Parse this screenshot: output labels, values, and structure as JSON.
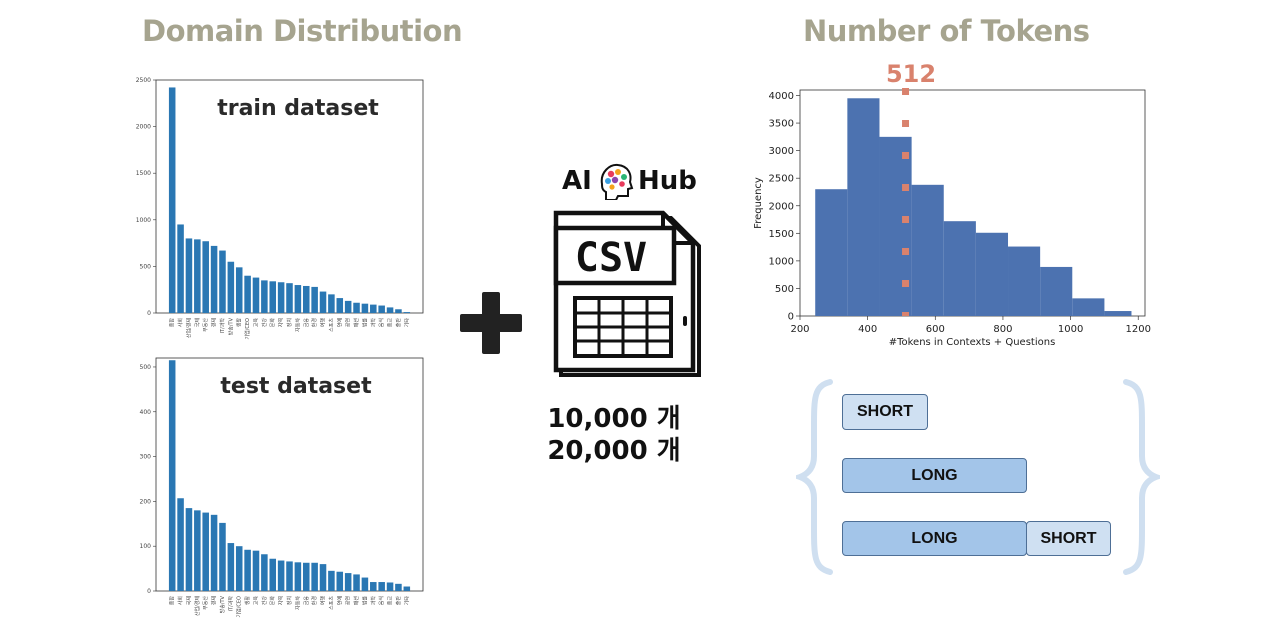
{
  "titles": {
    "domain": "Domain Distribution",
    "tokens": "Number of Tokens"
  },
  "aihub": {
    "left": "AI",
    "right": "Hub",
    "csv_label": "CSV"
  },
  "counts": [
    "10,000 개",
    "20,000 개"
  ],
  "marker_label": "512",
  "segments": {
    "row1": [
      "SHORT"
    ],
    "row2": [
      "LONG"
    ],
    "row3": [
      "LONG",
      "SHORT"
    ]
  },
  "chart_data": [
    {
      "type": "bar",
      "name": "train dataset",
      "title": "train dataset",
      "ylim": [
        0,
        2500
      ],
      "yticks": [
        0,
        500,
        1000,
        1500,
        2000,
        2500
      ],
      "categories": [
        "종합",
        "사회",
        "산업/경제",
        "국제",
        "부동산",
        "경제",
        "IT/과학",
        "방송/TV",
        "생활",
        "기업/CEO",
        "교육",
        "건강",
        "문화",
        "지역",
        "정치",
        "자동차",
        "금융",
        "환경",
        "여행",
        "스포츠",
        "연예",
        "공연",
        "패션",
        "법률",
        "과학",
        "음식",
        "종교",
        "출판",
        "기타"
      ],
      "values": [
        2420,
        950,
        800,
        790,
        770,
        720,
        670,
        550,
        490,
        400,
        380,
        350,
        340,
        330,
        320,
        300,
        290,
        280,
        230,
        200,
        160,
        130,
        110,
        100,
        90,
        80,
        60,
        40,
        10
      ]
    },
    {
      "type": "bar",
      "name": "test dataset",
      "title": "test dataset",
      "ylim": [
        0,
        520
      ],
      "yticks": [
        0,
        100,
        200,
        300,
        400,
        500
      ],
      "categories": [
        "종합",
        "사회",
        "국제",
        "산업/경제",
        "부동산",
        "경제",
        "방송/TV",
        "IT/과학",
        "기업/CEO",
        "생활",
        "교육",
        "건강",
        "문화",
        "지역",
        "정치",
        "자동차",
        "금융",
        "환경",
        "여행",
        "스포츠",
        "연예",
        "공연",
        "패션",
        "법률",
        "과학",
        "음식",
        "종교",
        "출판",
        "기타"
      ],
      "values": [
        515,
        207,
        185,
        180,
        175,
        170,
        152,
        107,
        100,
        92,
        90,
        82,
        72,
        68,
        66,
        64,
        63,
        63,
        60,
        45,
        43,
        40,
        37,
        30,
        20,
        20,
        19,
        16,
        10
      ]
    },
    {
      "type": "histogram",
      "xlabel": "#Tokens in Contexts + Questions",
      "ylabel": "Frequency",
      "xlim": [
        200,
        1220
      ],
      "ylim": [
        0,
        4100
      ],
      "xticks": [
        200,
        400,
        600,
        800,
        1000,
        1200
      ],
      "yticks": [
        0,
        500,
        1000,
        1500,
        2000,
        2500,
        3000,
        3500,
        4000
      ],
      "bins": [
        {
          "x0": 245,
          "x1": 340,
          "count": 2300
        },
        {
          "x0": 340,
          "x1": 435,
          "count": 3950
        },
        {
          "x0": 435,
          "x1": 530,
          "count": 3250
        },
        {
          "x0": 530,
          "x1": 625,
          "count": 2380
        },
        {
          "x0": 625,
          "x1": 720,
          "count": 1720
        },
        {
          "x0": 720,
          "x1": 815,
          "count": 1510
        },
        {
          "x0": 815,
          "x1": 910,
          "count": 1260
        },
        {
          "x0": 910,
          "x1": 1005,
          "count": 890
        },
        {
          "x0": 1005,
          "x1": 1100,
          "count": 320
        },
        {
          "x0": 1100,
          "x1": 1180,
          "count": 90
        }
      ],
      "marker_x": 512
    }
  ]
}
